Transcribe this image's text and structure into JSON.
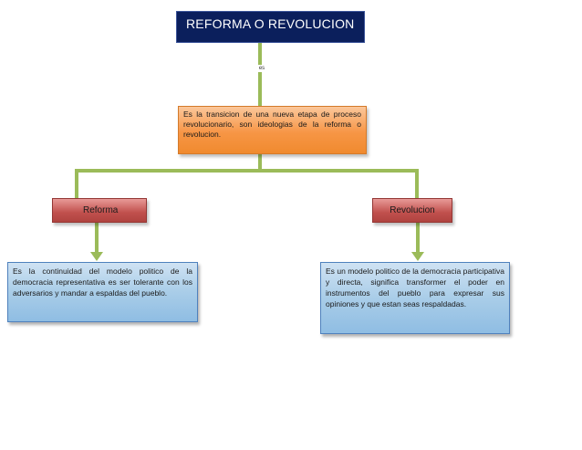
{
  "diagram": {
    "title": "REFORMA O REVOLUCION",
    "connector_label": "es",
    "definition": "Es la transicion de una nueva etapa de proceso revolucionario, son ideologias de la reforma o revolucion.",
    "branches": {
      "left": {
        "label": "Reforma",
        "description": "Es la continuidad del modelo politico de la democracia representativa es ser tolerante con los adversarios y mandar a espaldas del pueblo."
      },
      "right": {
        "label": "Revolucion",
        "description": "Es un modelo politico de la democracia participativa y directa, significa transformer el poder en instrumentos del pueblo para expresar sus opiniones y que estan seas respaldadas."
      }
    }
  },
  "colors": {
    "title_fill": "#0b1f5c",
    "connector": "#9bbb59",
    "definition_fill": "#f79646",
    "branch_fill": "#c0504d",
    "description_fill": "#a9cde8"
  }
}
